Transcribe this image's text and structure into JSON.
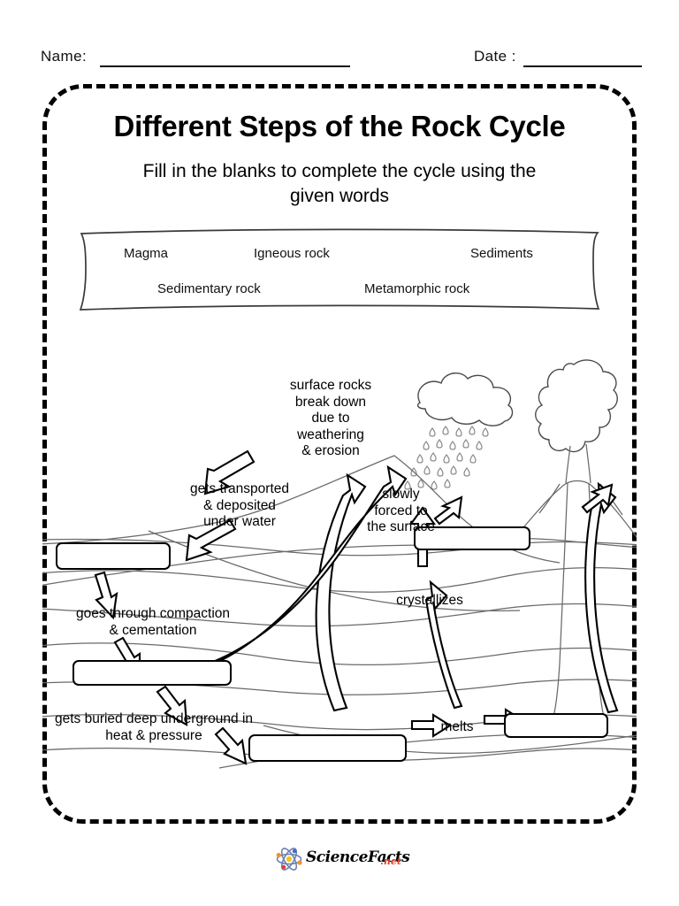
{
  "header": {
    "name_label": "Name:",
    "date_label": "Date :"
  },
  "title": "Different Steps of the Rock Cycle",
  "instructions": "Fill in the blanks to complete the cycle using the\ngiven words",
  "word_bank": {
    "words": [
      "Magma",
      "Igneous rock",
      "Sediments",
      "Sedimentary rock",
      "Metamorphic rock"
    ]
  },
  "diagram": {
    "labels": [
      {
        "id": "weathering",
        "text": "surface rocks\nbreak down\ndue to\nweathering\n& erosion"
      },
      {
        "id": "transported",
        "text": "gets transported\n& deposited\nunder water"
      },
      {
        "id": "forced",
        "text": "slowly\nforced to\nthe surface"
      },
      {
        "id": "compaction",
        "text": "goes through compaction\n& cementation"
      },
      {
        "id": "crystallizes",
        "text": "crystallizes"
      },
      {
        "id": "buried",
        "text": "gets buried deep underground in\nheat & pressure"
      },
      {
        "id": "melts",
        "text": "melts"
      }
    ],
    "answer_blanks": [
      {
        "id": "blank-sediments",
        "value": ""
      },
      {
        "id": "blank-sedimentary-rock",
        "value": ""
      },
      {
        "id": "blank-metamorphic-rock",
        "value": ""
      },
      {
        "id": "blank-igneous-rock",
        "value": ""
      },
      {
        "id": "blank-magma",
        "value": ""
      }
    ]
  },
  "footer": {
    "brand": "ScienceFacts",
    "tld": ".net"
  },
  "colors": {
    "ink": "#000000",
    "terrain_line": "#555555",
    "logo_red": "#e2402a",
    "logo_orange": "#f0932b",
    "logo_blue": "#4a6fb5",
    "logo_yellow": "#f5c518"
  }
}
